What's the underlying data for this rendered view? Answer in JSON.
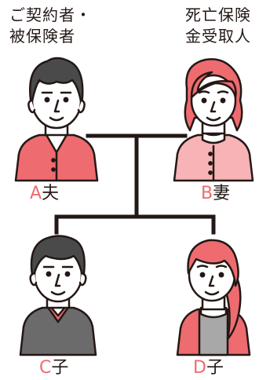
{
  "captions": {
    "left": [
      "ご契約者・",
      "被保険者"
    ],
    "right": [
      "死亡保険",
      "金受取人"
    ]
  },
  "people": [
    {
      "letter": "A",
      "role": "夫"
    },
    {
      "letter": "B",
      "role": "妻"
    },
    {
      "letter": "C",
      "role": "子"
    },
    {
      "letter": "D",
      "role": "子"
    }
  ],
  "colors": {
    "accent": "#ee6b6f",
    "line": "#231815",
    "shirt_a": "#ee6b6f",
    "shirt_b": "#f7b3b5",
    "shirt_c": "#6b6b6b",
    "shirt_d": "#ee6b6f",
    "hair_dark": "#4a4a4a",
    "hair_pink": "#ee6b6f",
    "skin": "#ffffff"
  },
  "icons": [
    "man-icon",
    "woman-icon",
    "boy-icon",
    "girl-icon"
  ]
}
